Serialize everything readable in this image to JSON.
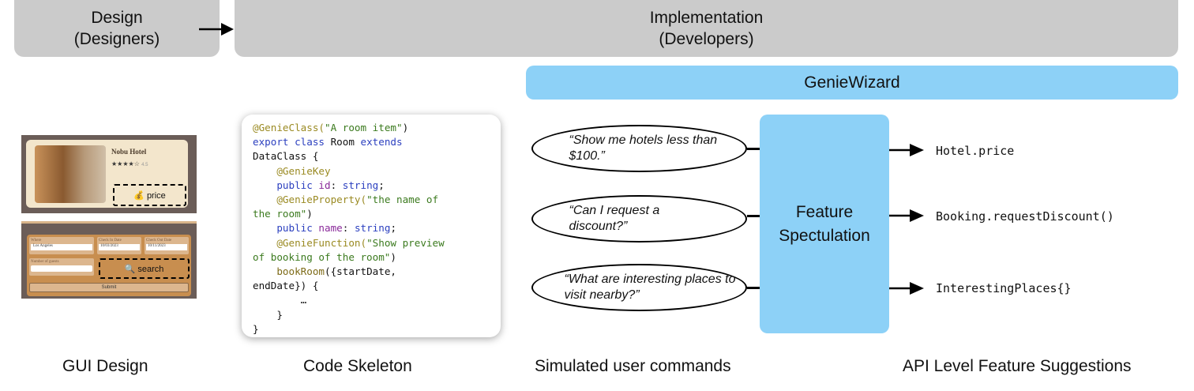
{
  "phases": {
    "design": [
      "Design",
      "(Designers)"
    ],
    "implementation": [
      "Implementation",
      "(Developers)"
    ]
  },
  "tool": "GenieWizard",
  "gui": {
    "hotel_name": "Nobu Hotel",
    "stars": "★★★★☆",
    "rating": "4.5",
    "price_label": "💰 price",
    "where_label": "Where",
    "where_value": "Los Angeles",
    "checkin_label": "Check In Date",
    "checkin_value": "10/03/2023",
    "checkout_label": "Check Out Date",
    "checkout_value": "10/11/2023",
    "guests_label": "Number of guests",
    "search_label": "🔍 search",
    "submit_label": "Submit"
  },
  "code": [
    [
      [
        "a",
        "@GenieClass("
      ],
      [
        "s",
        "\"A room item\""
      ],
      [
        "t",
        ")"
      ]
    ],
    [
      [
        "k",
        "export class "
      ],
      [
        "t",
        "Room "
      ],
      [
        "k",
        "extends"
      ]
    ],
    [
      [
        "t",
        "DataClass {"
      ]
    ],
    [
      [
        "t",
        "    "
      ],
      [
        "a",
        "@GenieKey"
      ]
    ],
    [
      [
        "t",
        "    "
      ],
      [
        "k",
        "public "
      ],
      [
        "p",
        "id"
      ],
      [
        "t",
        ": "
      ],
      [
        "k",
        "string"
      ],
      [
        "t",
        ";"
      ]
    ],
    [
      [
        "t",
        "    "
      ],
      [
        "a",
        "@GenieProperty("
      ],
      [
        "s",
        "\"the name of"
      ]
    ],
    [
      [
        "s",
        "the room\""
      ],
      [
        "t",
        ")"
      ]
    ],
    [
      [
        "t",
        "    "
      ],
      [
        "k",
        "public "
      ],
      [
        "p",
        "name"
      ],
      [
        "t",
        ": "
      ],
      [
        "k",
        "string"
      ],
      [
        "t",
        ";"
      ]
    ],
    [
      [
        "t",
        "    "
      ],
      [
        "a",
        "@GenieFunction("
      ],
      [
        "s",
        "\"Show preview"
      ]
    ],
    [
      [
        "s",
        "of booking of the room\""
      ],
      [
        "t",
        ")"
      ]
    ],
    [
      [
        "t",
        "    "
      ],
      [
        "f",
        "bookRoom"
      ],
      [
        "t",
        "({startDate,"
      ]
    ],
    [
      [
        "t",
        "endDate}) {"
      ]
    ],
    [
      [
        "t",
        "        …"
      ]
    ],
    [
      [
        "t",
        "    }"
      ]
    ],
    [
      [
        "t",
        "}"
      ]
    ]
  ],
  "commands": [
    "“Show me hotels less than $100.”",
    "“Can I request a discount?”",
    "“What are interesting places to visit nearby?”"
  ],
  "feature_box": "Feature Spectulation",
  "suggestions": [
    "Hotel.price",
    "Booking.requestDiscount()",
    "InterestingPlaces{}"
  ],
  "labels": {
    "gui": "GUI Design",
    "code": "Code Skeleton",
    "commands": "Simulated user commands",
    "api": "API Level Feature Suggestions"
  },
  "colors": {
    "phase_gray": "#cbcbcb",
    "genie_blue": "#8dd1f7"
  }
}
